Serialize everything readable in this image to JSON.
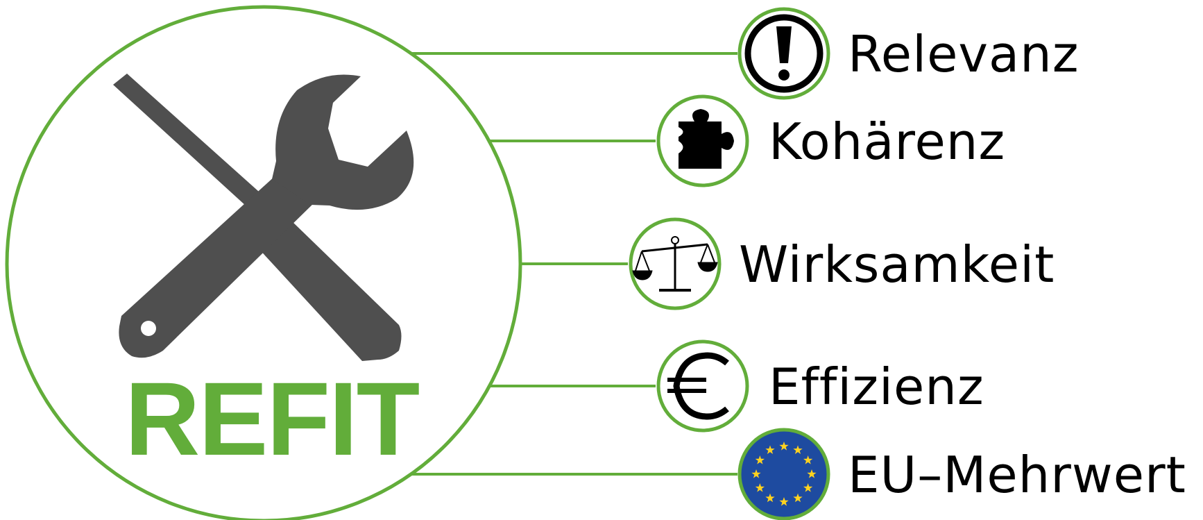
{
  "title": "REFIT",
  "accent_color": "#62ad3a",
  "tool_color": "#4f4f4f",
  "center_icon": "wrench-screwdriver-icon",
  "criteria": [
    {
      "label": "Relevanz",
      "icon": "exclamation-icon"
    },
    {
      "label": "Kohärenz",
      "icon": "puzzle-piece-icon"
    },
    {
      "label": "Wirksamkeit",
      "icon": "balance-scale-icon"
    },
    {
      "label": "Effizienz",
      "icon": "euro-icon"
    },
    {
      "label": "EU–Mehrwert",
      "icon": "eu-flag-icon"
    }
  ]
}
